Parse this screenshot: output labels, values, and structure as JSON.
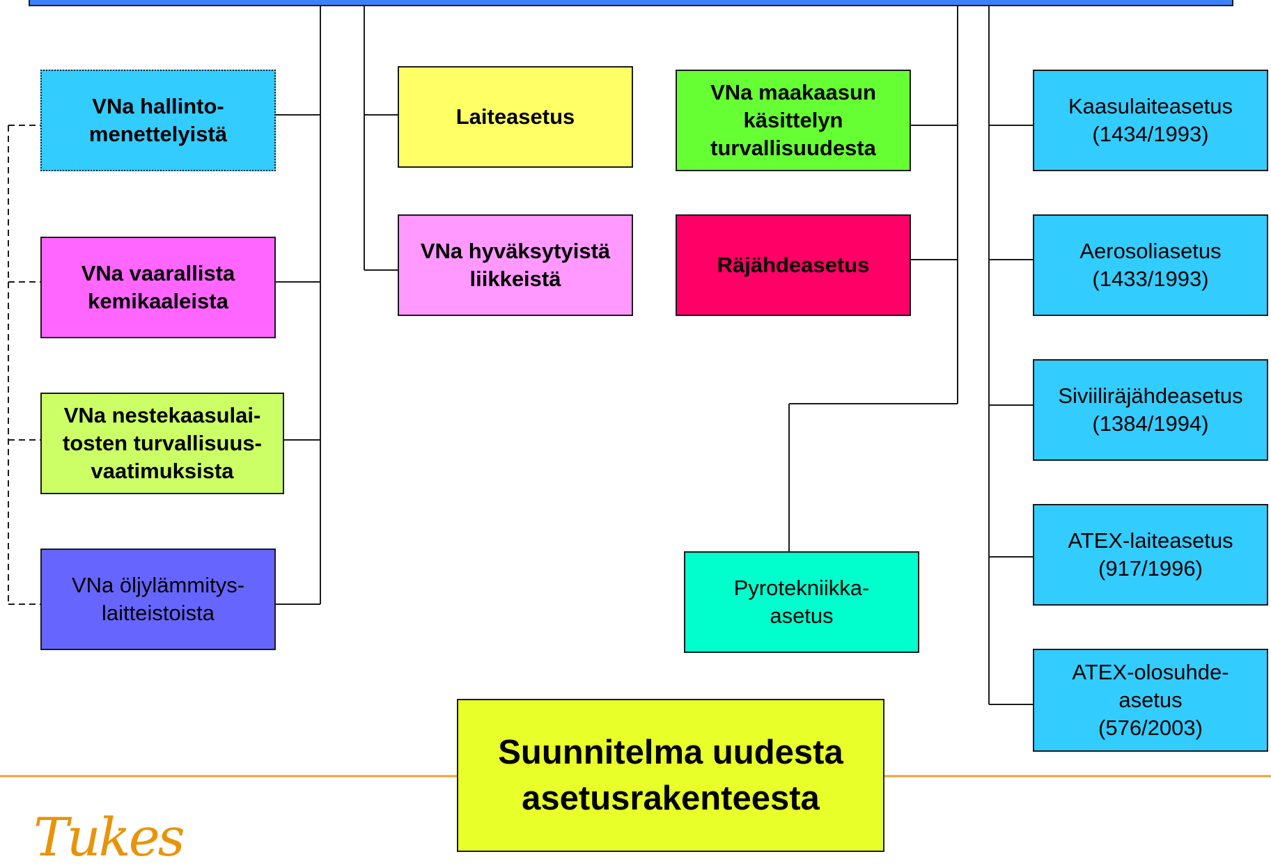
{
  "logo": {
    "text": "Tukes"
  },
  "colors": {
    "top_bar": "#3b82f6",
    "blue_box": "#33ccff",
    "yellow_box": "#ffff66",
    "green_box": "#66ff33",
    "magenta_box": "#ff66ff",
    "pink_box": "#ff99ff",
    "crimson_box": "#ff0066",
    "lime_box": "#ccff66",
    "violet_box": "#6666ff",
    "teal_box": "#00ffcc",
    "title_box": "#e8ff2a",
    "accent_line": "#f0a030"
  },
  "nodes": {
    "hallinto": "VNa hallinto-\nmenettelyistä",
    "vaarallista": "VNa vaarallista\nkemikaaleista",
    "nestekaasu": "VNa nestekaasulai-\ntosten turvallisuus-\nvaatimuksista",
    "oljy": "VNa öljylämmitys-\nlaitteistoista",
    "laiteasetus": "Laiteasetus",
    "hyvaksytyista": "VNa hyväksytyistä\nliikkeistä",
    "maakaasu": "VNa maakaasun\nkäsittelyn\nturvallisuudesta",
    "rajahde": "Räjähdeasetus",
    "pyrotekniikka": "Pyrotekniikka-\nasetus",
    "kaasulaite": "Kaasulaiteasetus\n(1434/1993)",
    "aerosoli": "Aerosoliasetus\n(1433/1993)",
    "siviili": "Siviiliräjähdeasetus\n(1384/1994)",
    "atex_laite": "ATEX-laiteasetus\n(917/1996)",
    "atex_olosuhde": "ATEX-olosuhde-\nasetus\n(576/2003)"
  },
  "title": "Suunnitelma uudesta\nasetusrakenteesta"
}
